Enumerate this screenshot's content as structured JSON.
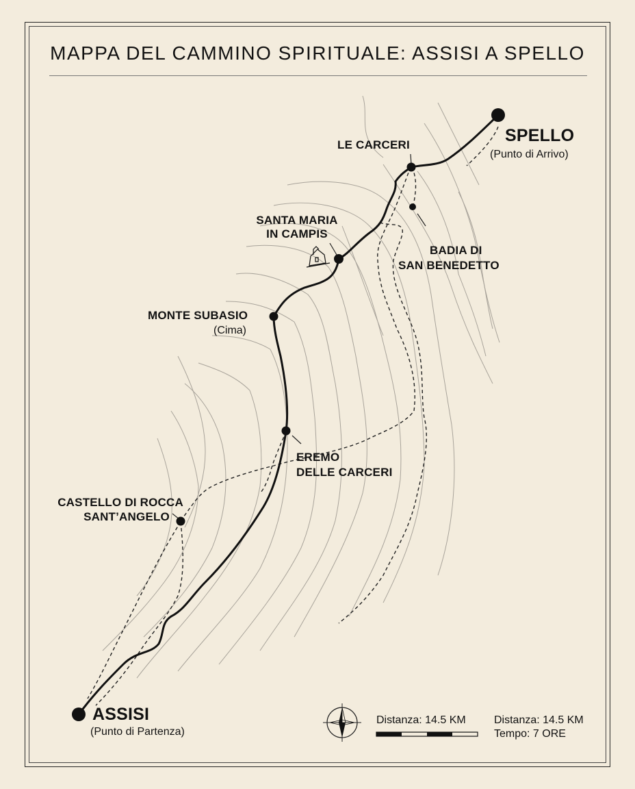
{
  "title": "MAPPA DEL CAMMINO SPIRITUALE: ASSISI A SPELLO",
  "places": {
    "spello": {
      "name": "SPELLO",
      "note": "(Punto di Arrivo)"
    },
    "le_carceri": {
      "name": "LE CARCERI"
    },
    "santa_maria": {
      "line1": "SANTA MARIA",
      "line2": "IN CAMPIS"
    },
    "badia": {
      "line1": "BADIA DI",
      "line2": "SAN BENEDETTO"
    },
    "monte_subasio": {
      "name": "MONTE SUBASIO",
      "note": "(Cima)"
    },
    "eremo": {
      "line1": "EREMO",
      "line2": "DELLE CARCERI"
    },
    "castello": {
      "line1": "CASTELLO DI ROCCA",
      "line2": "SANT’ANGELO"
    },
    "assisi": {
      "name": "ASSISI",
      "note": "(Punto di Partenza)"
    }
  },
  "scale_bar": {
    "label": "Distanza: 14.5 KM"
  },
  "summary": {
    "distance": "Distanza: 14.5 KM",
    "time": "Tempo: 7 ORE"
  },
  "compass": {
    "icon": "compass-rose-icon"
  },
  "colors": {
    "paper": "#f3ecdd",
    "ink": "#111111",
    "contour": "#a8a39a"
  }
}
